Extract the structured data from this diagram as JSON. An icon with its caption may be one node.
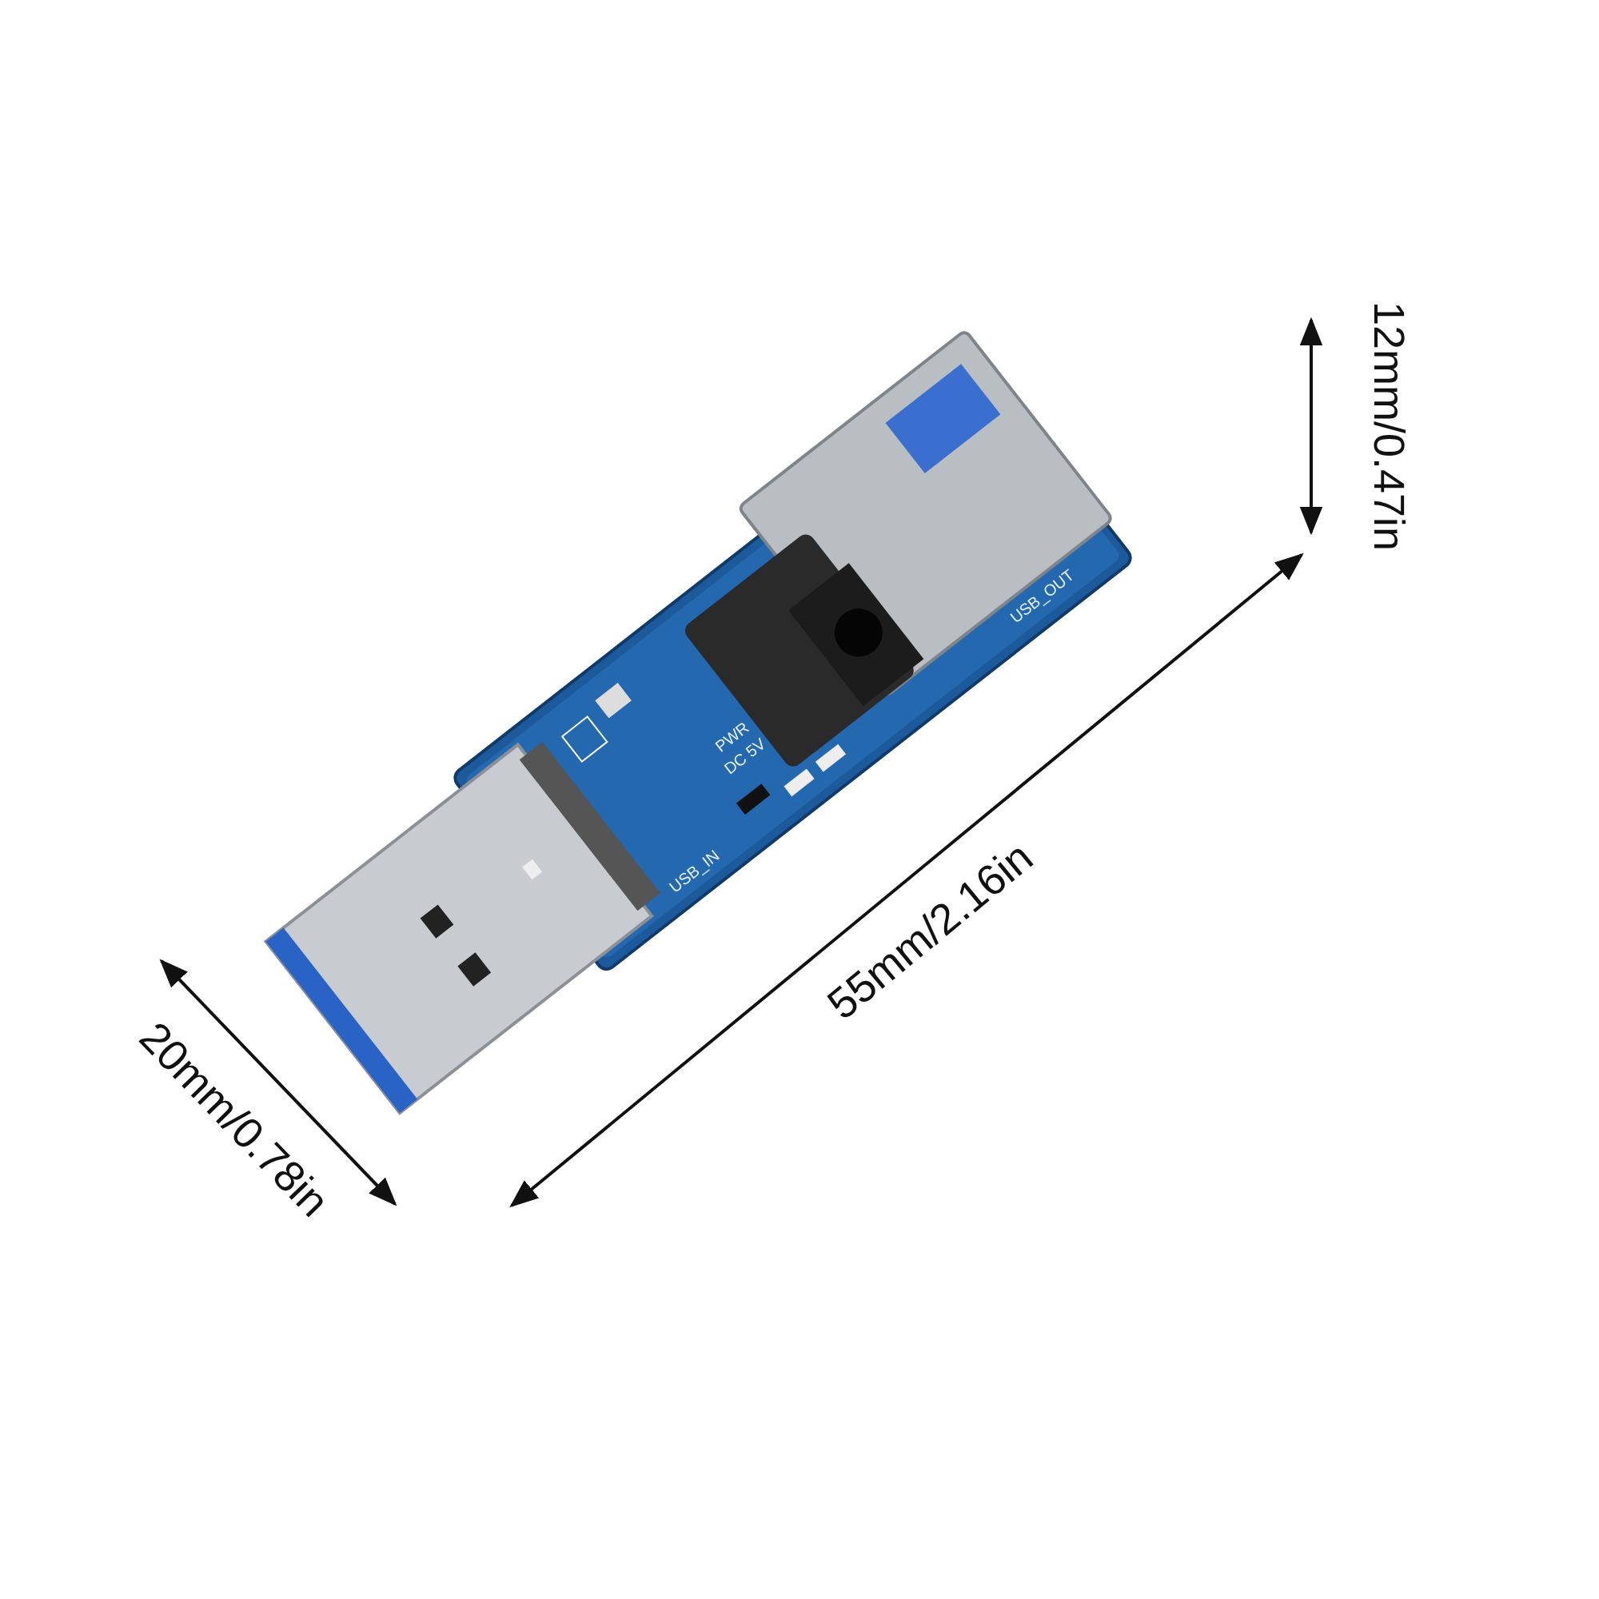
{
  "diagram": {
    "labels": [
      "12mm/0.47in",
      "PWR",
      "DC 5V",
      "USB_OUT",
      "USB_IN",
      "55mm/2.16in",
      "20mm/0.78in"
    ]
  }
}
